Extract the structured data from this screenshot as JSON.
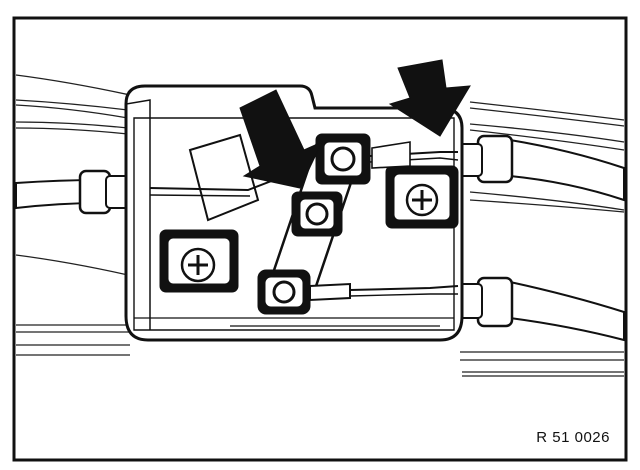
{
  "figure": {
    "reference_code": "R 51 0026",
    "callouts": [
      {
        "name": "arrow-left"
      },
      {
        "name": "arrow-right"
      }
    ]
  },
  "colors": {
    "ink": "#111111",
    "paper": "#ffffff"
  }
}
